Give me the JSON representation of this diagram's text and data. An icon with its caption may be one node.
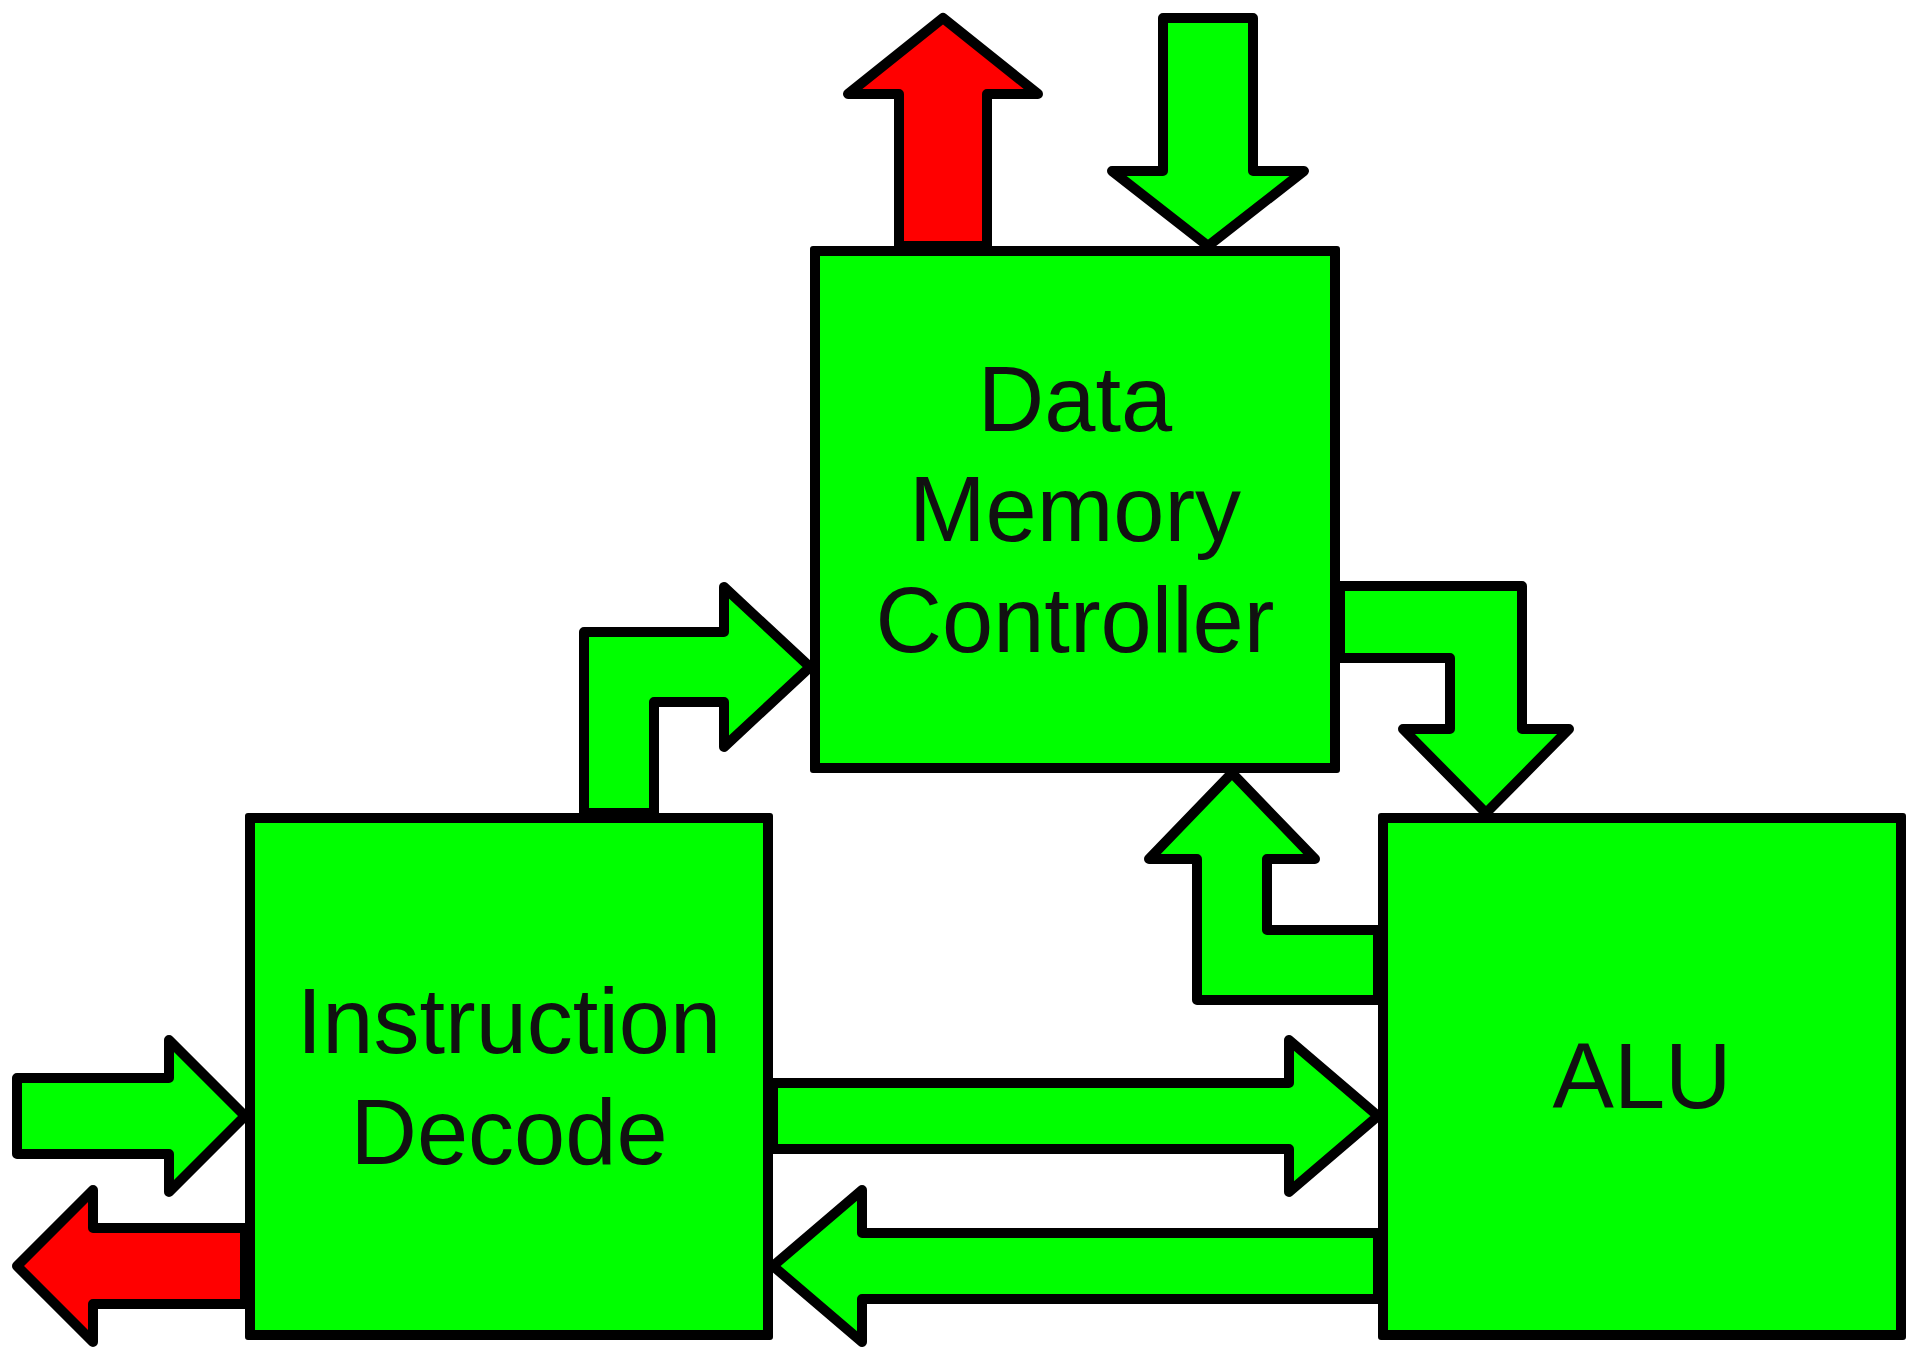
{
  "diagram": {
    "nodes": [
      {
        "text": [
          "Data Memory Controller"
        ]
      },
      {
        "text": [
          "Instruction Decode"
        ]
      },
      {
        "text": [
          "ALU"
        ]
      }
    ],
    "edges": [
      {
        "from": 0,
        "to": null,
        "arrow": "to",
        "color": "#ff0000"
      },
      {
        "from": null,
        "to": 0,
        "arrow": "to"
      },
      {
        "from": 1,
        "to": 0,
        "arrow": "to"
      },
      {
        "from": 0,
        "to": 2,
        "arrow": "to"
      },
      {
        "from": 2,
        "to": 0,
        "arrow": "to"
      },
      {
        "from": 1,
        "to": 2,
        "arrow": "to"
      },
      {
        "from": 2,
        "to": 1,
        "arrow": "to"
      },
      {
        "from": null,
        "to": 1,
        "arrow": "to"
      },
      {
        "from": 1,
        "to": null,
        "arrow": "to",
        "color": "#ff0000"
      }
    ]
  }
}
